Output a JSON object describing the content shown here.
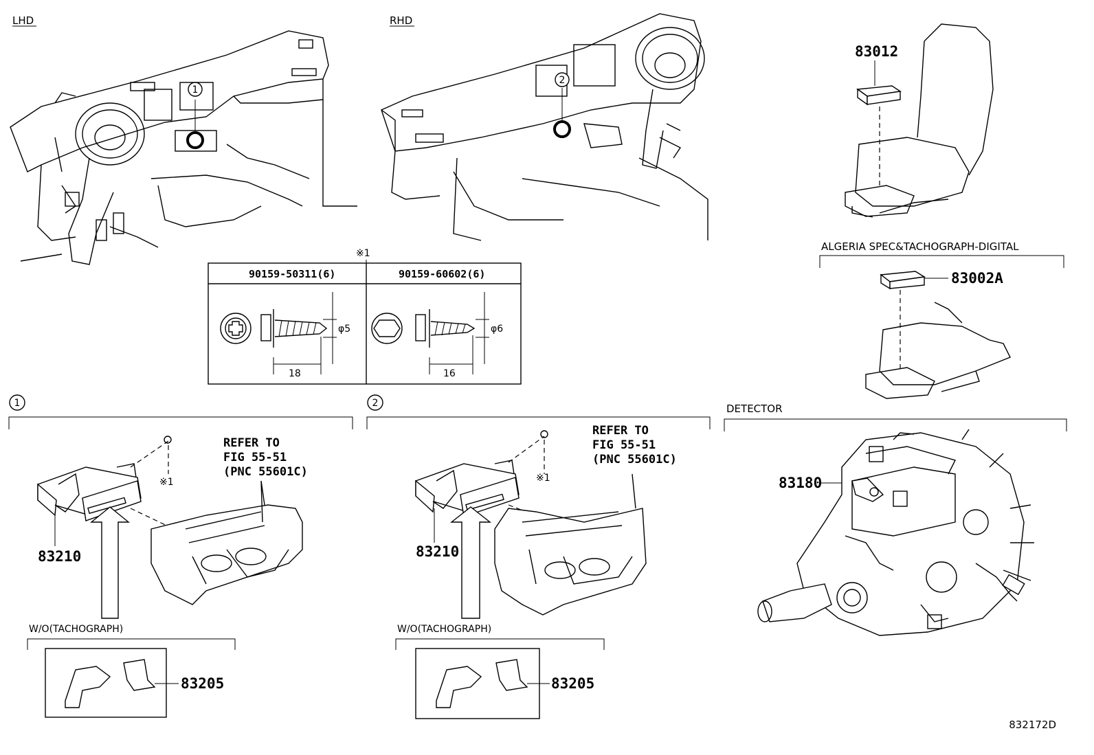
{
  "labels": {
    "lhd": "LHD",
    "rhd": "RHD",
    "algeria": "ALGERIA SPEC&TACHOGRAPH-DIGITAL",
    "detector": "DETECTOR",
    "wo_tacho_1": "W/O(TACHOGRAPH)",
    "wo_tacho_2": "W/O(TACHOGRAPH)",
    "diagram_code": "832172D"
  },
  "callouts": {
    "c1": "1",
    "c2": "2",
    "note_mark": "※1"
  },
  "fastener_table": {
    "mark": "※1",
    "col1_part": "90159-50311(6)",
    "col2_part": "90159-60602(6)",
    "col1_dia": "φ5",
    "col2_dia": "φ6",
    "col1_len": "18",
    "col2_len": "16"
  },
  "refer": {
    "line1": "REFER TO",
    "line2": "FIG 55-51",
    "line3": "(PNC 55601C)"
  },
  "parts": {
    "p83012": "83012",
    "p83002A": "83002A",
    "p83180": "83180",
    "p83210": "83210",
    "p83205": "83205"
  }
}
